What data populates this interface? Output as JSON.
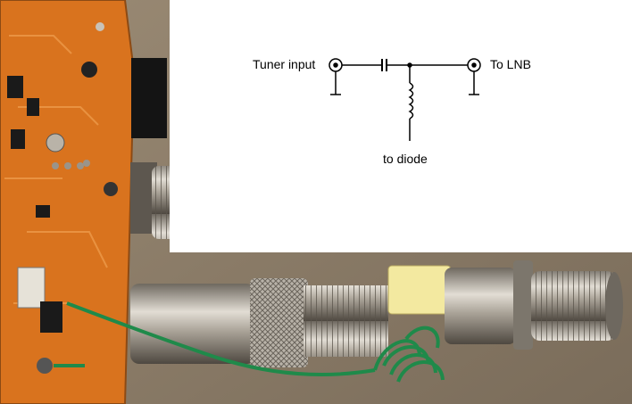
{
  "schematic": {
    "tuner_input_label": "Tuner input",
    "lnb_label": "To LNB",
    "diode_label": "to diode"
  },
  "photo": {
    "components": [
      "circuit-board",
      "f-connector-tuner",
      "f-connector-adapter",
      "f-connector-barrel",
      "capacitor",
      "inductor-coil",
      "green-wire"
    ]
  },
  "colors": {
    "pcb": "#d9731e",
    "background": "#8a7a66",
    "panel": "#ffffff",
    "coil": "#1f8a4a",
    "capacitor": "#f3e9a0",
    "metal": "#b8b2a8"
  }
}
